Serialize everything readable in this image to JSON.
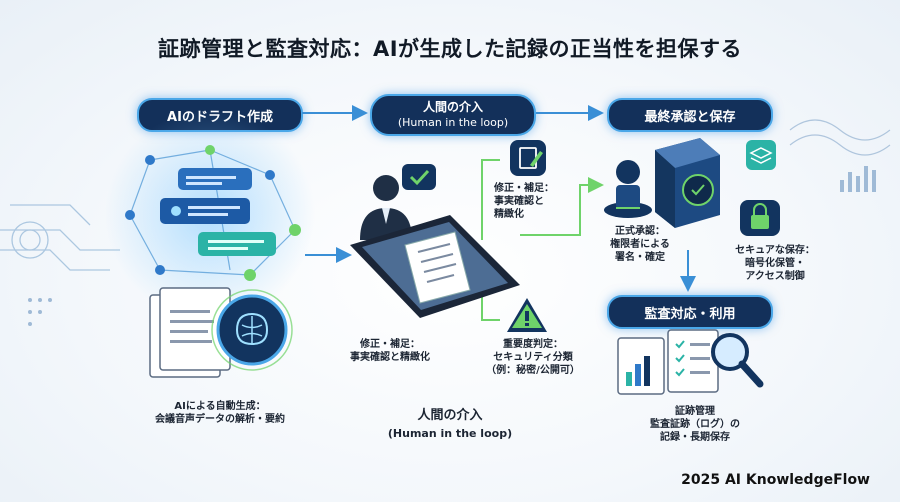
{
  "title": "証跡管理と監査対応：AIが生成した記録の正当性を担保する",
  "stages": {
    "draft": "AIのドラフト作成",
    "human": {
      "line1": "人間の介入",
      "line2": "(Human in the loop)"
    },
    "approve": "最終承認と保存",
    "audit": "監査対応・利用"
  },
  "labels": {
    "ai_generate": [
      "AIによる自動生成：",
      "会議音声データの解析・要約"
    ],
    "fix_top": [
      "修正・補足：",
      "事実確認と",
      "精緻化"
    ],
    "fix_bottom": [
      "修正・補足：",
      "事実確認と精緻化"
    ],
    "importance": [
      "重要度判定：",
      "セキュリティ分類",
      "（例：秘密/公開可）"
    ],
    "formal_approval": [
      "正式承認：",
      "権限者による",
      "署名・確定"
    ],
    "secure_storage": [
      "セキュアな保存：",
      "暗号化保管・",
      "アクセス制御"
    ],
    "audit_trail": [
      "証跡管理",
      "監査証跡（ログ）の",
      "記録・長期保存"
    ]
  },
  "center_label": {
    "line1": "人間の介入",
    "line2": "(Human in the loop)"
  },
  "footer": "2025 AI KnowledgeFlow",
  "colors": {
    "navy": "#13305a",
    "accent": "#4aa7e8",
    "green": "#6fd36a",
    "teal": "#2bb3a6"
  }
}
